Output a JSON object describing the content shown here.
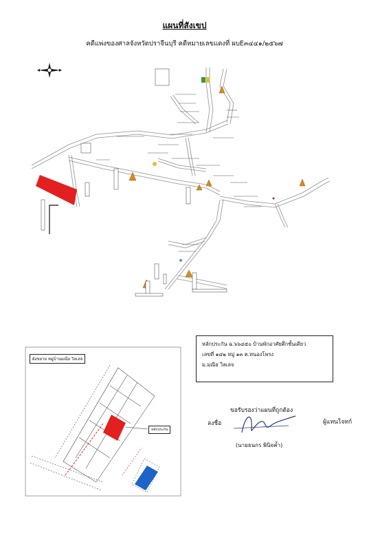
{
  "header": {
    "title": "แผนที่สังเขป",
    "case_line": "คดีแพ่งของศาลจังหวัดปราจีนบุรี  คดีหมายเลขแดงที่  ผบE๓๔๔๑/๒๕๖๗"
  },
  "colors": {
    "property_red": "#e32020",
    "building_blue": "#1f63c7",
    "road": "#9a9a9a",
    "temple_gold": "#d98a1a"
  },
  "main_map": {
    "north_arrow_icon": "compass-rose-icon",
    "temple_icon": "temple-icon"
  },
  "detail_map": {
    "location_label": "ผังขยาย หมู่บ้านมณีย วิลเลจ",
    "collateral_mark_label": "หลักประกัน"
  },
  "info_box": {
    "line1": "หลักประกัน  ฉ.๖๖๔๕๐ บ้านพักอาศัยตึกชั้นเดียว",
    "line2": "เลขที่  ๑๔๒   หมู่ ๑๓  ต.หนองโพรง",
    "line3": "ม.มณีย วิลเลจ"
  },
  "certification": {
    "statement": "ขอรับรองว่าแผนที่ถูกต้อง",
    "sign_label": "ลงชื่อ",
    "role": "ผู้แทนโจทก์",
    "signer_name": "(นายธนกร  พินิจค้ำ)"
  }
}
